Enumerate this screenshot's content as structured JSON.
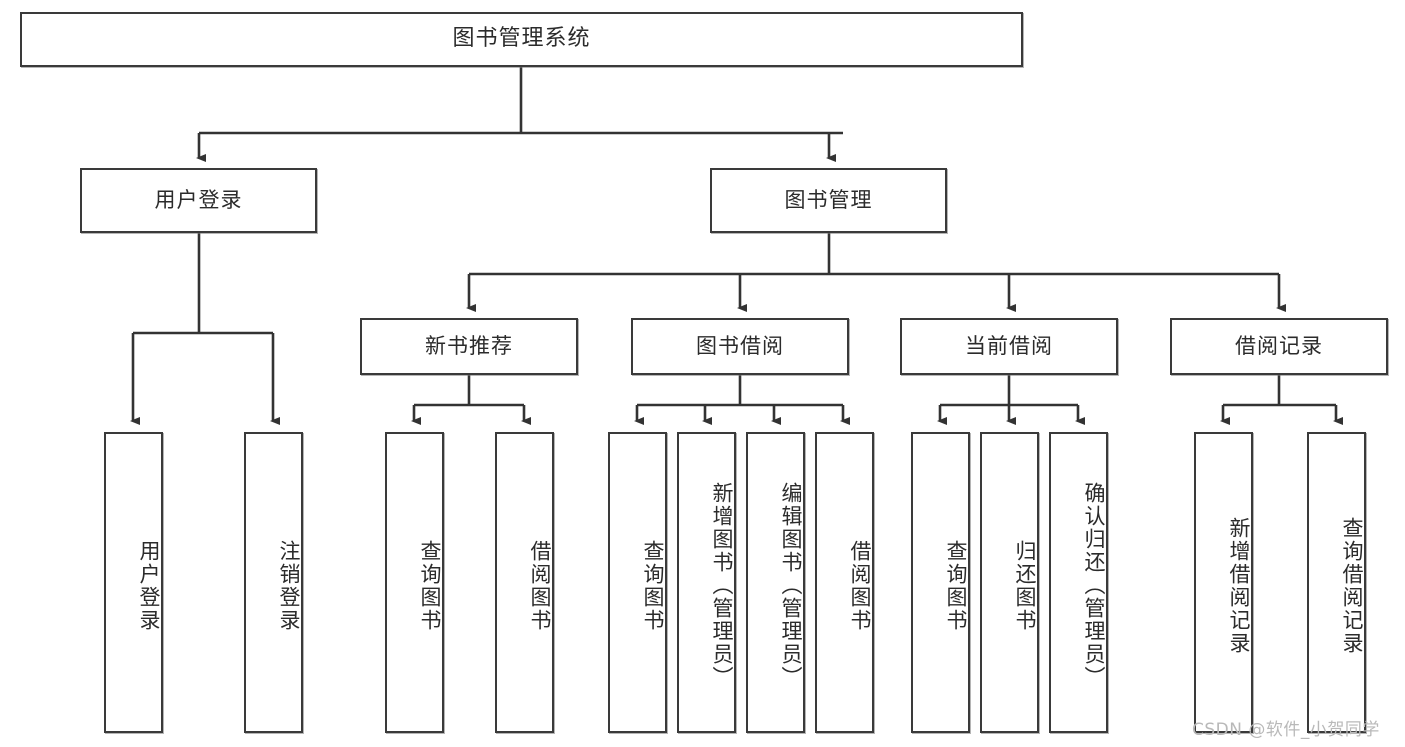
{
  "diagram": {
    "title": "图书管理系统",
    "type": "hierarchy-tree",
    "watermark": "CSDN @软件_小贺同学",
    "colors": {
      "box_border": "#3a3a3a",
      "box_fill": "#ffffff",
      "connector": "#333333",
      "text": "#2b2b2b",
      "watermark": "#b9b9b9"
    },
    "levels": {
      "level1": [
        {
          "id": "root",
          "label": "图书管理系统",
          "orientation": "horizontal"
        }
      ],
      "level2": [
        {
          "id": "user-login",
          "label": "用户登录",
          "orientation": "horizontal"
        },
        {
          "id": "book-manage",
          "label": "图书管理",
          "orientation": "horizontal"
        }
      ],
      "level3": [
        {
          "id": "new-book-rec",
          "label": "新书推荐",
          "orientation": "horizontal"
        },
        {
          "id": "book-borrow",
          "label": "图书借阅",
          "orientation": "horizontal"
        },
        {
          "id": "current-borrow",
          "label": "当前借阅",
          "orientation": "horizontal"
        },
        {
          "id": "borrow-record",
          "label": "借阅记录",
          "orientation": "horizontal"
        }
      ],
      "level4": [
        {
          "id": "leaf-user-login",
          "label": "用户登录",
          "parent": "用户登录",
          "orientation": "vertical"
        },
        {
          "id": "leaf-logout",
          "label": "注销登录",
          "parent": "用户登录",
          "orientation": "vertical"
        },
        {
          "id": "leaf-query-book-1",
          "label": "查询图书",
          "parent": "新书推荐",
          "orientation": "vertical"
        },
        {
          "id": "leaf-borrow-book-1",
          "label": "借阅图书",
          "parent": "新书推荐",
          "orientation": "vertical"
        },
        {
          "id": "leaf-query-book-2",
          "label": "查询图书",
          "parent": "图书借阅",
          "orientation": "vertical"
        },
        {
          "id": "leaf-add-book",
          "label": "新增图书（管理员）",
          "parent": "图书借阅",
          "orientation": "vertical"
        },
        {
          "id": "leaf-edit-book",
          "label": "编辑图书（管理员）",
          "parent": "图书借阅",
          "orientation": "vertical"
        },
        {
          "id": "leaf-borrow-book-2",
          "label": "借阅图书",
          "parent": "图书借阅",
          "orientation": "vertical"
        },
        {
          "id": "leaf-query-book-3",
          "label": "查询图书",
          "parent": "当前借阅",
          "orientation": "vertical"
        },
        {
          "id": "leaf-return-book",
          "label": "归还图书",
          "parent": "当前借阅",
          "orientation": "vertical"
        },
        {
          "id": "leaf-confirm-return",
          "label": "确认归还（管理员）",
          "parent": "当前借阅",
          "orientation": "vertical"
        },
        {
          "id": "leaf-add-record",
          "label": "新增借阅记录",
          "parent": "借阅记录",
          "orientation": "vertical"
        },
        {
          "id": "leaf-query-record",
          "label": "查询借阅记录",
          "parent": "借阅记录",
          "orientation": "vertical"
        }
      ]
    }
  }
}
